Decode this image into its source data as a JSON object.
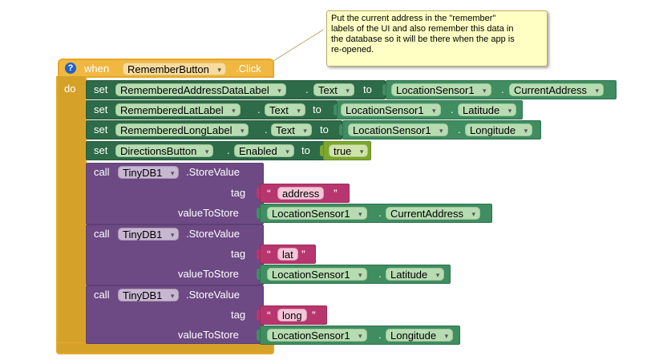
{
  "comment": {
    "lines": [
      "Put the current address in the \"remember\"",
      "labels of the UI and also remember this data in",
      "the database so it will be there when the app is",
      "re-opened."
    ]
  },
  "event": {
    "help_icon": "?",
    "when_label": "when",
    "component": "RememberButton",
    "event_name": ".Click",
    "do_label": "do"
  },
  "setters": [
    {
      "set_label": "set",
      "component": "RememberedAddressDataLabel",
      "property": "Text",
      "to_label": "to",
      "value_component": "LocationSensor1",
      "value_property": "CurrentAddress"
    },
    {
      "set_label": "set",
      "component": "RememberedLatLabel",
      "property": "Text",
      "to_label": "to",
      "value_component": "LocationSensor1",
      "value_property": "Latitude"
    },
    {
      "set_label": "set",
      "component": "RememberedLongLabel",
      "property": "Text",
      "to_label": "to",
      "value_component": "LocationSensor1",
      "value_property": "Longitude"
    },
    {
      "set_label": "set",
      "component": "DirectionsButton",
      "property": "Enabled",
      "to_label": "to",
      "value_bool": "true"
    }
  ],
  "calls": [
    {
      "call_label": "call",
      "component": "TinyDB1",
      "method": ".StoreValue",
      "tag_label": "tag",
      "tag_value": "address",
      "value_label": "valueToStore",
      "value_component": "LocationSensor1",
      "value_property": "CurrentAddress"
    },
    {
      "call_label": "call",
      "component": "TinyDB1",
      "method": ".StoreValue",
      "tag_label": "tag",
      "tag_value": "lat",
      "value_label": "valueToStore",
      "value_component": "LocationSensor1",
      "value_property": "Latitude"
    },
    {
      "call_label": "call",
      "component": "TinyDB1",
      "method": ".StoreValue",
      "tag_label": "tag",
      "tag_value": "long",
      "value_label": "valueToStore",
      "value_component": "LocationSensor1",
      "value_property": "Longitude"
    }
  ],
  "glyphs": {
    "dropdown_arrow": "▾",
    "dot": ".",
    "open_quote": "“",
    "close_quote": "”"
  },
  "colors": {
    "event": "#f0b840",
    "setter": "#2e6b48",
    "getter": "#3f8d61",
    "boolean": "#7ea62e",
    "procedure_call": "#6d4a84",
    "text_string": "#b8366e",
    "comment_bg": "#ffffc4"
  }
}
